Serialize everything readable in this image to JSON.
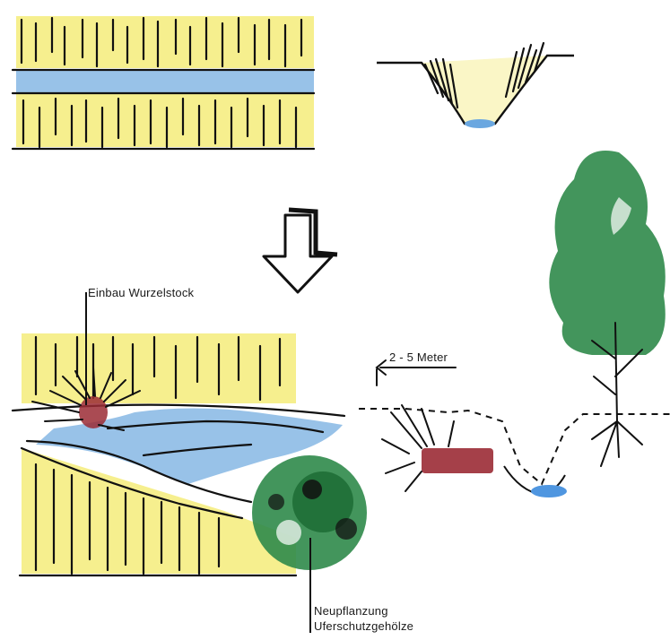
{
  "annotations": {
    "root_stock": "Einbau Wurzelstock",
    "width_range": "2 - 5 Meter",
    "planting_line1": "Neupflanzung",
    "planting_line2": "Uferschutzgehölze"
  },
  "colors": {
    "meadow_yellow": "#f3e873",
    "water_blue": "#7fb2e0",
    "tree_green": "#2f8a4a",
    "root_red": "#9b2b35",
    "ink": "#111111"
  }
}
